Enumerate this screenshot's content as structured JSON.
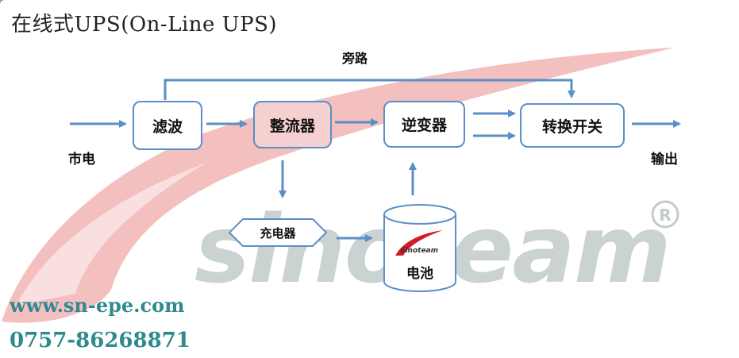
{
  "title": "在线式UPS(On-Line UPS)",
  "labels": {
    "bypass": "旁路",
    "mains": "市电",
    "output": "输出"
  },
  "nodes": {
    "filter": "滤波",
    "rectifier": "整流器",
    "inverter": "逆变器",
    "transfer_switch": "转换开关",
    "charger": "充电器",
    "battery": "电池"
  },
  "watermark": {
    "brand": "sinoteam",
    "registered_mark": "®",
    "battery_logo": "Sinoteam"
  },
  "footer": {
    "website": "www.sn-epe.com",
    "phone": "0757-86268871"
  },
  "colors": {
    "arrow": "#5b8fc7",
    "box_border": "#5b8fc7",
    "pink_fill": "#f4d0d0",
    "watermark_red": "#f2b8b8",
    "watermark_gray": "#c3cbcb",
    "footer_text": "#2f8a8e"
  }
}
